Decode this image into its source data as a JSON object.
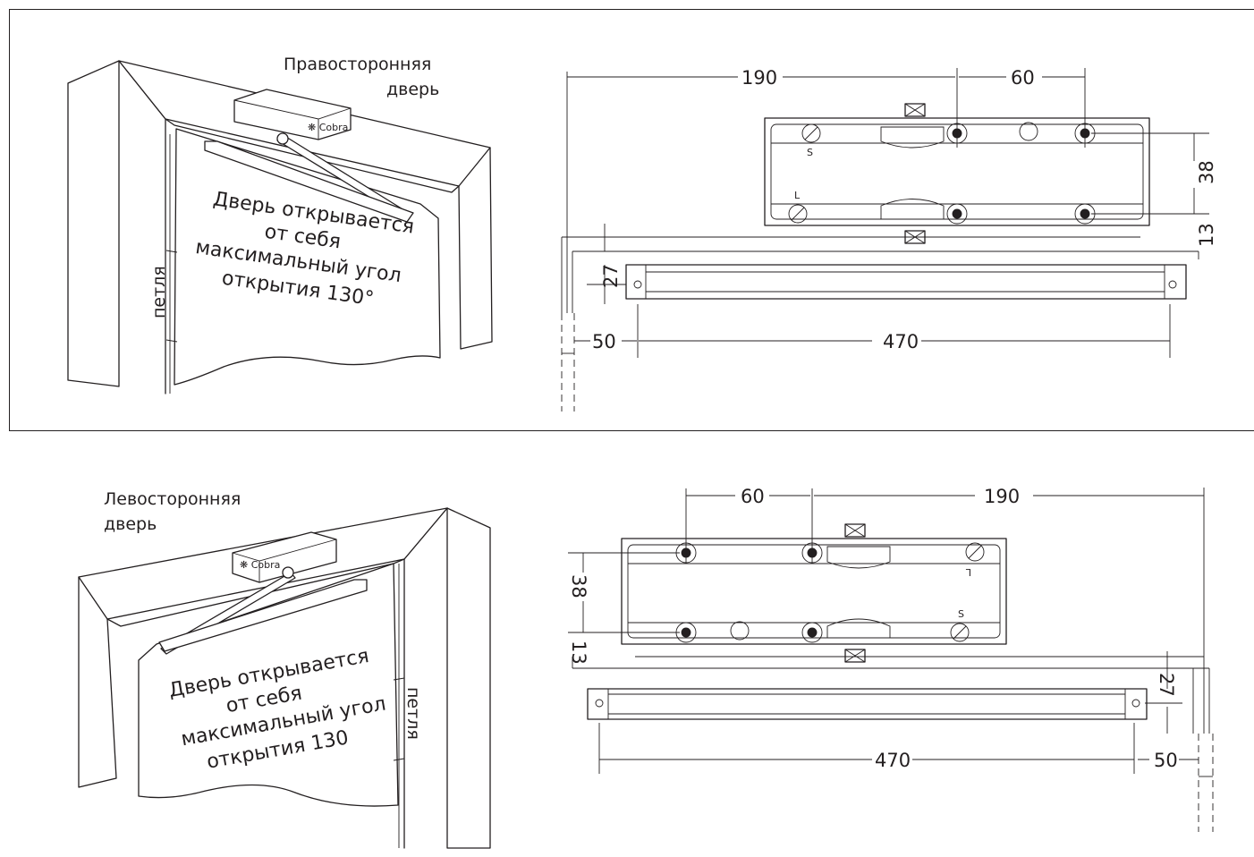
{
  "top_panel": {
    "door_side": [
      "Правосторонняя",
      "дверь"
    ],
    "door_text": [
      "Дверь открывается",
      "от себя",
      "максимальный угол",
      "открытия 130°"
    ],
    "hinge": "петля",
    "dims": {
      "d190": "190",
      "d60": "60",
      "d38": "38",
      "d13": "13",
      "d27": "27",
      "d50": "50",
      "d470": "470"
    },
    "marks": {
      "s": "S",
      "l": "L"
    }
  },
  "bottom_panel": {
    "door_side": [
      "Левосторонняя",
      "дверь"
    ],
    "door_text": [
      "Дверь открывается",
      "от себя",
      "максимальный угол",
      "открытия 130"
    ],
    "hinge": "петля",
    "dims": {
      "d190": "190",
      "d60": "60",
      "d38": "38",
      "d13": "13",
      "d27": "27",
      "d50": "50",
      "d470": "470"
    },
    "marks": {
      "s": "S",
      "l": "L"
    }
  }
}
